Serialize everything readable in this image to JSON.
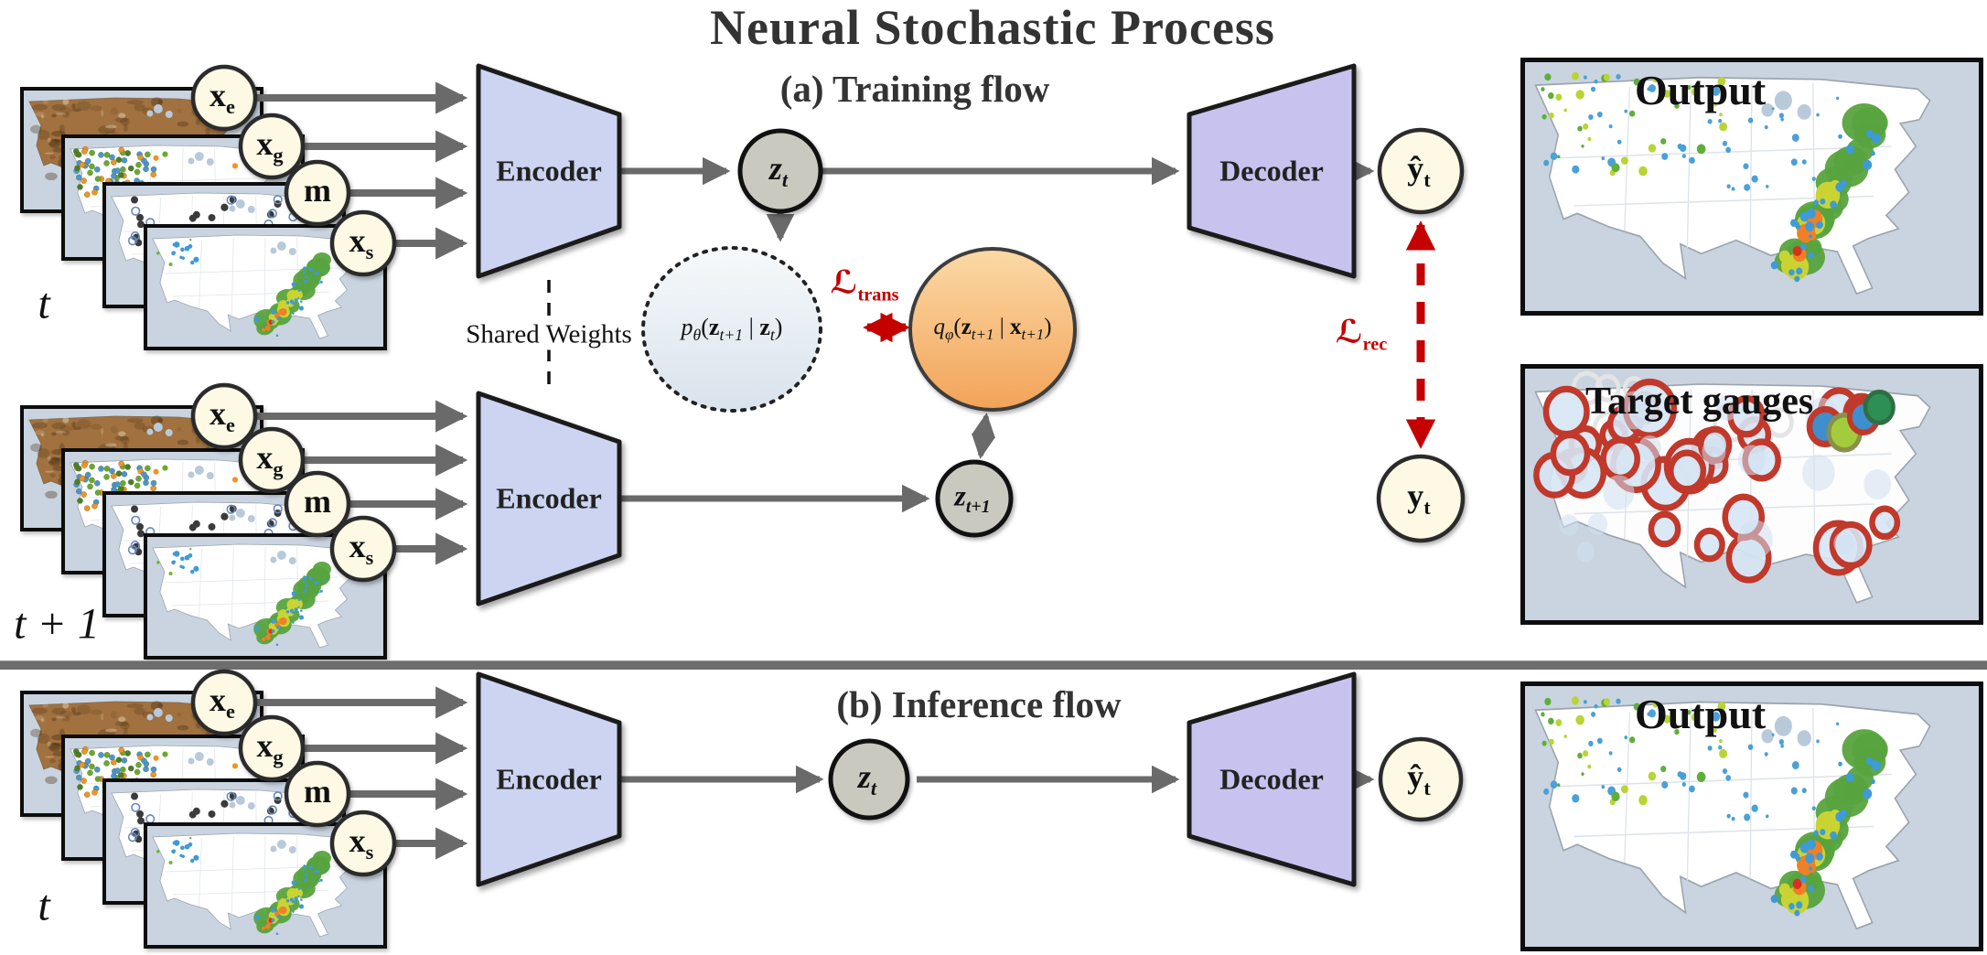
{
  "title": "Neural Stochastic Process",
  "headings": {
    "a": "(a) Training flow",
    "b": "(b) Inference flow"
  },
  "blocks": {
    "encoder": "Encoder",
    "decoder": "Decoder"
  },
  "labels": {
    "shared_weights": "Shared Weights",
    "t": "t",
    "t_plus_1": "t + 1"
  },
  "maps": {
    "output_top": "Output",
    "target_gauges": "Target gauges",
    "output_bottom": "Output"
  },
  "nodes": {
    "xe": {
      "main": "x",
      "sub": "e"
    },
    "xg": {
      "main": "x",
      "sub": "g"
    },
    "m": {
      "main": "m",
      "sub": ""
    },
    "xs": {
      "main": "x",
      "sub": "s"
    },
    "zt": {
      "main": "z",
      "sub": "t"
    },
    "zt1": {
      "main": "z",
      "sub": "t+1"
    },
    "yhat": {
      "main": "ŷ",
      "sub": "t"
    },
    "yt": {
      "main": "y",
      "sub": "t"
    }
  },
  "losses": {
    "trans": {
      "main": "ℒ",
      "sub": "trans"
    },
    "rec": {
      "main": "ℒ",
      "sub": "rec"
    }
  },
  "expressions": {
    "prior": {
      "fn": "p",
      "fn_sub": "θ",
      "open": "(",
      "a": "z",
      "a_sub": "t+1",
      "mid": "|",
      "b": "z",
      "b_sub": "t",
      "close": ")"
    },
    "posterior": {
      "fn": "q",
      "fn_sub": "φ",
      "open": "(",
      "a": "z",
      "a_sub": "t+1",
      "mid": "|",
      "b": "x",
      "b_sub": "t+1",
      "close": ")"
    }
  },
  "colors": {
    "accent_red": "#c40000",
    "encoder_fill": "#ccd4f1",
    "decoder_fill": "#c8c3ee",
    "latent_fill": "#c9c9c0",
    "input_node_fill": "#fdf9e4",
    "prior_fill": "#e4ecf2",
    "posterior_fill": "#f6b26b",
    "arrow_gray": "#6a6a6a",
    "water": "#c9d4e0"
  }
}
